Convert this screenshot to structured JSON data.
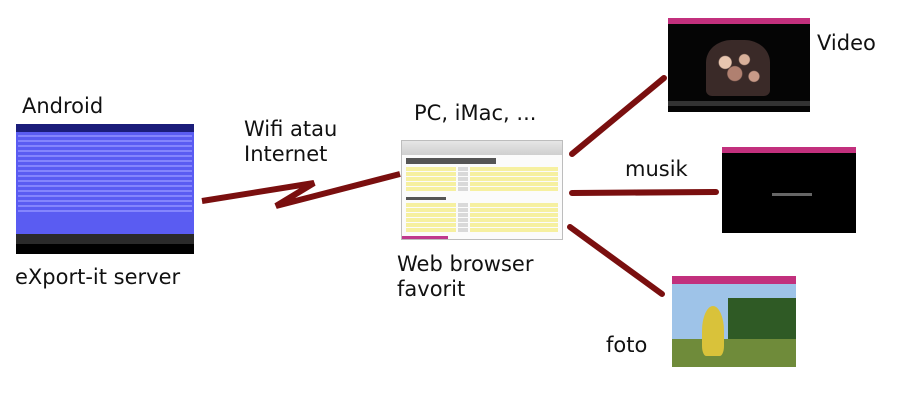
{
  "labels": {
    "android": "Android",
    "server": "eXport-it server",
    "link": [
      "Wifi atau",
      "Internet"
    ],
    "clients": "PC, iMac, ...",
    "browser": [
      "Web browser",
      "favorit"
    ],
    "video": "Video",
    "musik": "musik",
    "foto": "foto"
  },
  "colors": {
    "connector": "#7a0f0f",
    "accent": "#c2307d",
    "android_screen": "#5a5cf2"
  },
  "icons": [
    "lightning-link-icon"
  ]
}
